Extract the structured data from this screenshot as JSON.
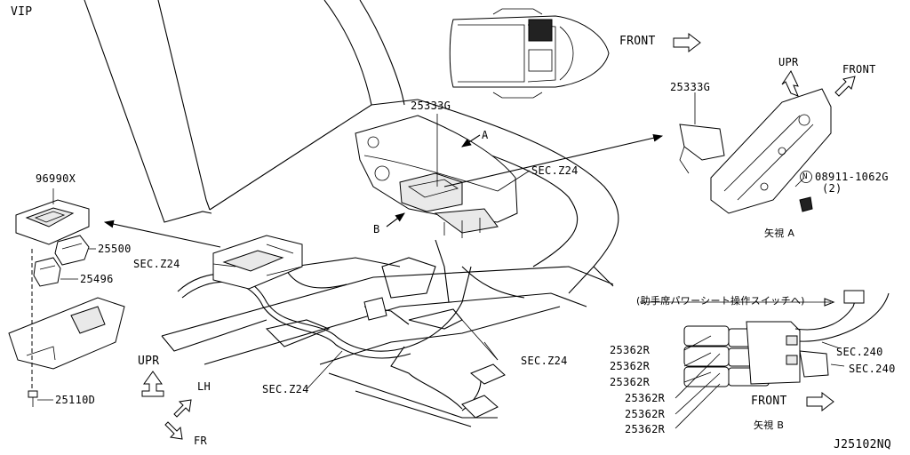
{
  "header": {
    "vip": "VIP",
    "code": "J25102NQ"
  },
  "labels": {
    "p96990x": "96990X",
    "p25500": "25500",
    "p25496": "25496",
    "p25110d": "25110D",
    "sec_z24_left": "SEC.Z24",
    "sec_z24_bottom": "SEC.Z24",
    "sec_z24_mid": "SEC.Z24",
    "sec_z24_center": "SEC.Z24",
    "p25333g_center": "25333G",
    "view_a": "A",
    "view_b": "B",
    "p25333g_right": "25333G",
    "p08911": "08911-1062G",
    "p08911_qty": "(2)",
    "n_circle": "N",
    "view_a_caption": "矢視 A",
    "view_b_caption": "矢視 B",
    "to_switch_note": "(助手席パワーシート操作スイッチへ)",
    "sec_240_a": "SEC.240",
    "sec_240_b": "SEC.240",
    "p25362r": [
      "25362R",
      "25362R",
      "25362R",
      "25362R",
      "25362R",
      "25362R"
    ]
  },
  "directions": {
    "front_top": "FRONT",
    "front_right": "FRONT",
    "upr_right": "UPR",
    "front_bottom": "FRONT",
    "upr_left": "UPR",
    "lh": "LH",
    "fr": "FR"
  }
}
